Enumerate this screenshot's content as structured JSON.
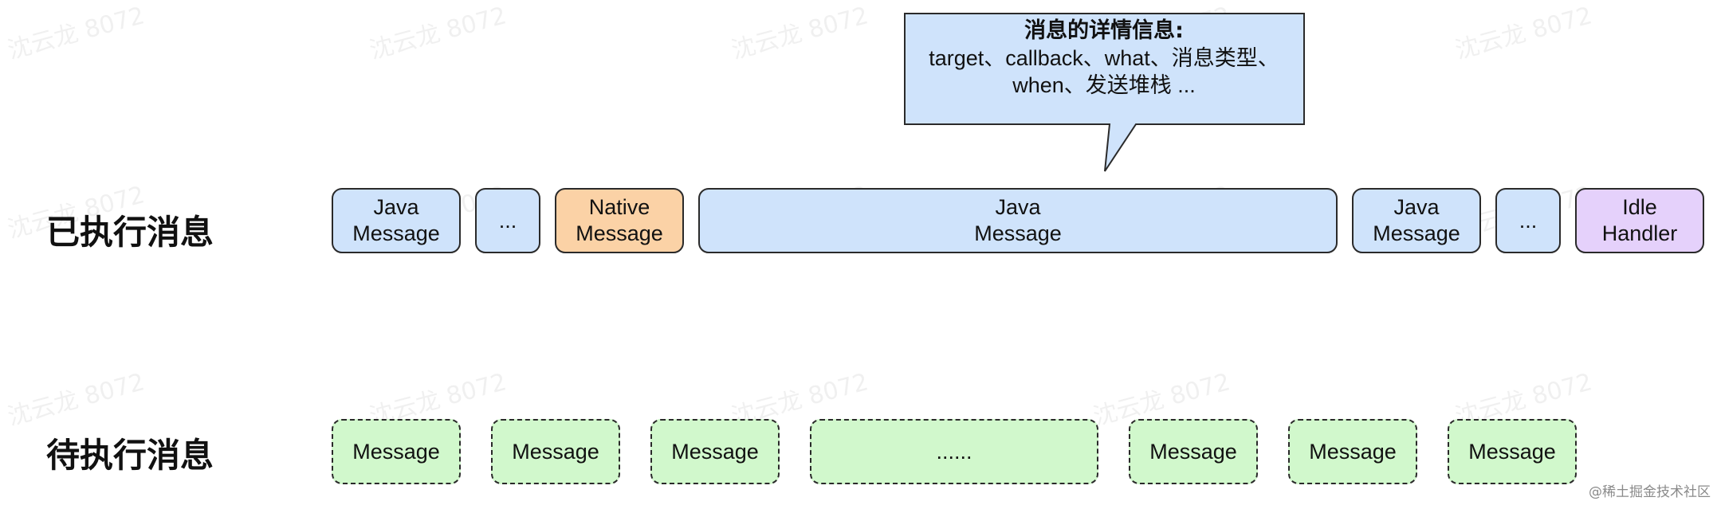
{
  "watermark": "沈云龙 8072",
  "labels": {
    "executed": "已执行消息",
    "pending": "待执行消息"
  },
  "callout": {
    "title": "消息的详情信息:",
    "line1": "target、callback、what、消息类型、",
    "line2": "when、发送堆栈 ..."
  },
  "executed_messages": [
    {
      "line1": "Java",
      "line2": "Message"
    },
    {
      "line1": "...",
      "line2": ""
    },
    {
      "line1": "Native",
      "line2": "Message"
    },
    {
      "line1": "Java",
      "line2": "Message"
    },
    {
      "line1": "Java",
      "line2": "Message"
    },
    {
      "line1": "...",
      "line2": ""
    },
    {
      "line1": "Idle",
      "line2": "Handler"
    }
  ],
  "pending_messages": [
    {
      "label": "Message"
    },
    {
      "label": "Message"
    },
    {
      "label": "Message"
    },
    {
      "label": "......"
    },
    {
      "label": "Message"
    },
    {
      "label": "Message"
    },
    {
      "label": "Message"
    }
  ],
  "credit": "@稀土掘金技术社区",
  "colors": {
    "java": "#cfe3fb",
    "native": "#fbd2a6",
    "idle": "#e5d1fb",
    "pending": "#d1f8cc",
    "callout": "#cfe3fb"
  }
}
